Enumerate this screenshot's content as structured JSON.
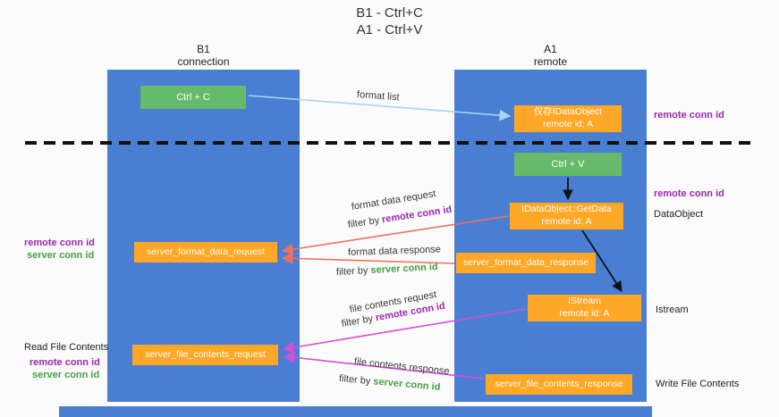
{
  "title": {
    "line1": "B1 - Ctrl+C",
    "line2": "A1 - Ctrl+V"
  },
  "lanes": {
    "left": {
      "name": "B1",
      "role": "connection"
    },
    "right": {
      "name": "A1",
      "role": "remote"
    }
  },
  "nodes": {
    "ctrl_c": {
      "label": "Ctrl + C"
    },
    "idataobject_cache": {
      "line1": "仅存IDataObject",
      "line2": "remote id: A"
    },
    "ctrl_v": {
      "label": "Ctrl + V"
    },
    "getdata": {
      "line1": "IDataObject::GetData",
      "line2": "remote id: A"
    },
    "format_request": {
      "label": "server_format_data_request"
    },
    "format_response": {
      "label": "server_format_data_response"
    },
    "istream": {
      "line1": "IStream",
      "line2": "remote id: A"
    },
    "file_request": {
      "label": "server_file_contents_request"
    },
    "file_response": {
      "label": "server_file_contents_response"
    }
  },
  "annotations": {
    "format_list": "format list",
    "format_data_request": "format data request",
    "format_data_response": "format data response",
    "file_contents_request": "file contents request",
    "file_contents_response": "file contents response",
    "filter_by": "filter by ",
    "remote_conn_id": "remote conn id",
    "server_conn_id": "server conn id"
  },
  "side_labels": {
    "remote_conn_id": "remote conn id",
    "server_conn_id": "server conn id",
    "dataobject": "DataObject",
    "istream": "Istream",
    "read_file_contents": "Read File Contents",
    "write_file_contents": "Write File Contents"
  },
  "colors": {
    "lane_blue": "#4A7ED2",
    "node_orange": "#FFA726",
    "node_green": "#66BB6A",
    "purple_text": "#9C27B0",
    "green_text": "#43A047",
    "arrow_salmon": "#F2705C",
    "arrow_magenta": "#D44FD4",
    "arrow_blue": "#A8D4F2",
    "arrow_black": "#111111",
    "dashed_line": "#111111"
  }
}
